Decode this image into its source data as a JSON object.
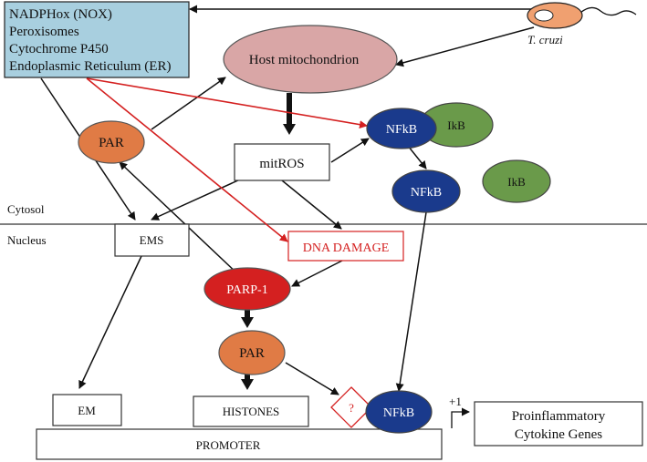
{
  "sources_box": {
    "lines": [
      "NADPHox (NOX)",
      "Peroxisomes",
      "Cytochrome P450",
      "Endoplasmic Reticulum (ER)"
    ],
    "fill": "#a8cfdf"
  },
  "pathogen": {
    "label": "T. cruzi",
    "fill": "#f0a070"
  },
  "compartments": {
    "cytosol": "Cytosol",
    "nucleus": "Nucleus"
  },
  "nodes": {
    "host_mitochondrion": "Host mitochondrion",
    "mitros": "mitROS",
    "par_cytosol": "PAR",
    "nfkb_complex": "NFkB",
    "ikb_complex": "IkB",
    "nfkb_free": "NFkB",
    "ikb_free": "IkB",
    "ems": "EMS",
    "dna_damage": "DNA DAMAGE",
    "parp1": "PARP-1",
    "par_nucleus": "PAR",
    "em": "EM",
    "histones": "HISTONES",
    "unknown": "?",
    "nfkb_promoter": "NFkB",
    "promoter": "PROMOTER",
    "tss": "+1",
    "cytokine_genes": [
      "Proinflammatory",
      "Cytokine Genes"
    ]
  },
  "colors": {
    "nfkb": "#1a3a8c",
    "ikb": "#6a9a4a",
    "par": "#e07b45",
    "parp1": "#d42020",
    "mitochondrion": "#d9a6a6",
    "damage_red": "#d42020"
  }
}
